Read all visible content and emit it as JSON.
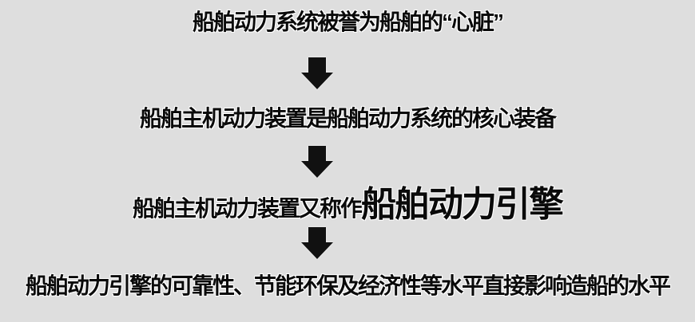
{
  "colors": {
    "background": "#dedede",
    "text": "#0a0a0a",
    "arrow": "#111111",
    "outline": "#ffffff"
  },
  "flow": {
    "steps": [
      {
        "text": "船舶动力系统被誉为船舶的“心脏”"
      },
      {
        "text": "船舶主机动力装置是船舶动力系统的核心装备"
      },
      {
        "text_prefix": "船舶主机动力装置又称作",
        "text_emphasis": "船舶动力引擎"
      },
      {
        "text": "船舶动力引擎的可靠性、节能环保及经济性等水平直接影响造船的水平"
      }
    ],
    "arrow_icon": "down-block-arrow",
    "arrow_count": 3
  }
}
